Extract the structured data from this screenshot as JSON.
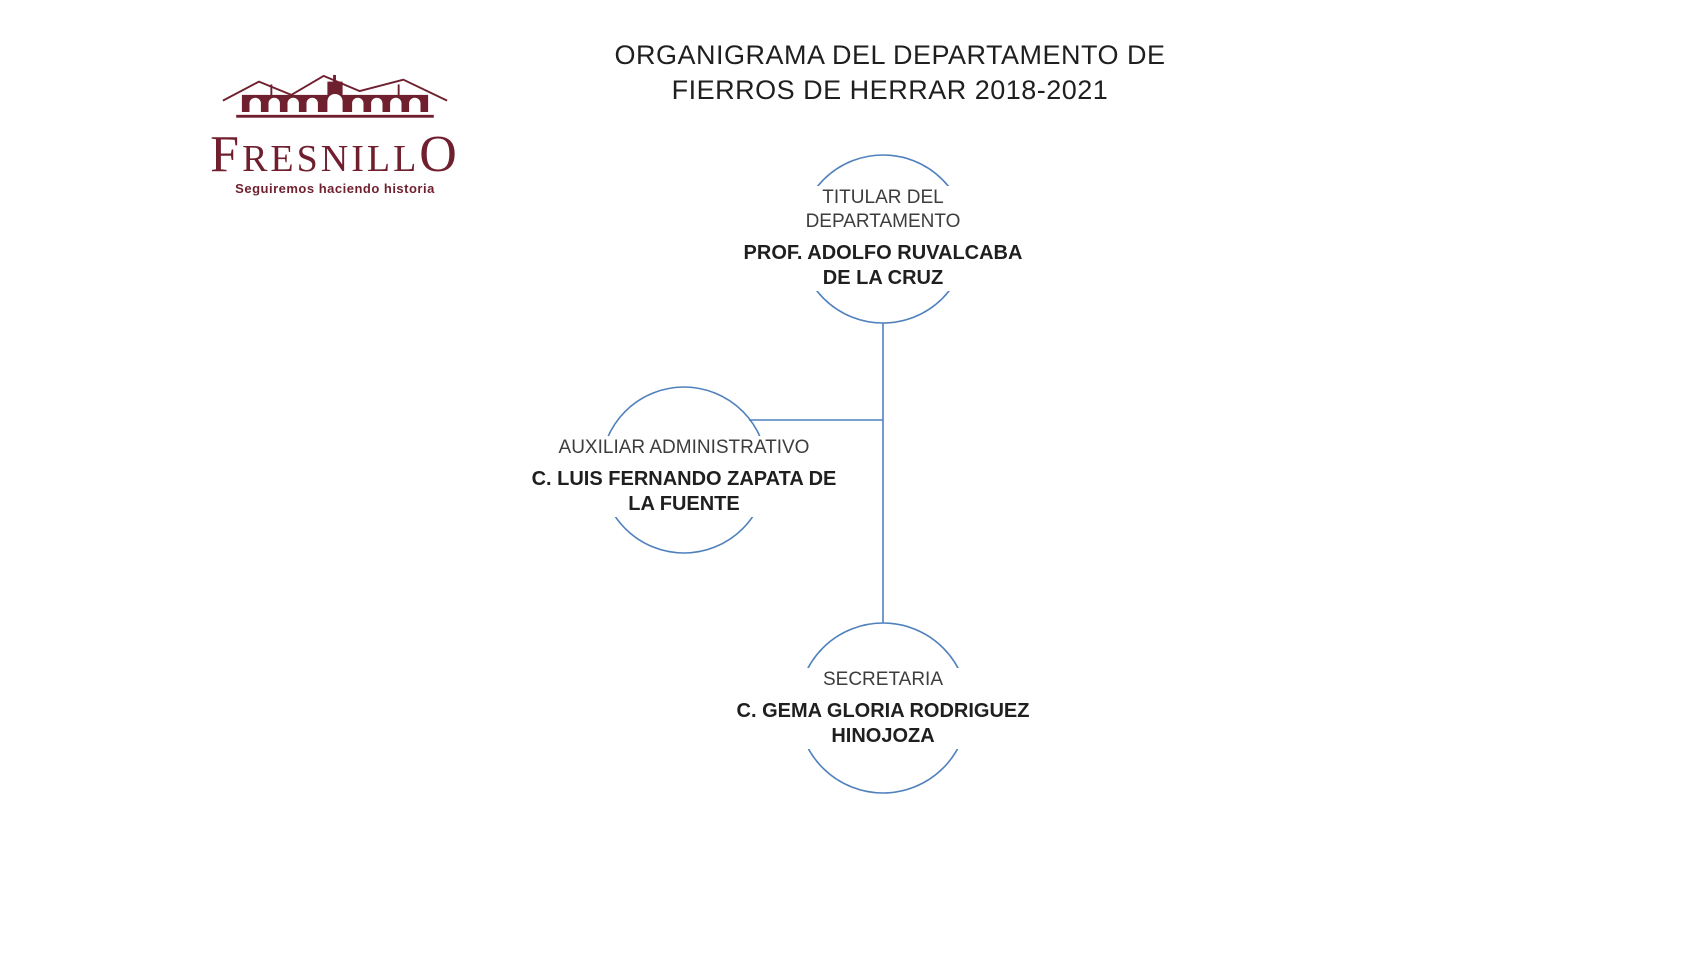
{
  "title": {
    "line1": "ORGANIGRAMA DEL DEPARTAMENTO DE",
    "line2": "FIERROS DE HERRAR 2018-2021"
  },
  "logo": {
    "brand_first": "F",
    "brand_mid": "RESNILL",
    "brand_last": "O",
    "tagline": "Seguiremos haciendo historia"
  },
  "org": {
    "nodes": [
      {
        "id": "titular",
        "role_line1": "TITULAR DEL",
        "role_line2": "DEPARTAMENTO",
        "name_line1": "PROF. ADOLFO RUVALCABA",
        "name_line2": "DE LA CRUZ"
      },
      {
        "id": "auxiliar",
        "role_line1": "AUXILIAR ADMINISTRATIVO",
        "name_line1": "C. LUIS FERNANDO ZAPATA DE",
        "name_line2": "LA FUENTE"
      },
      {
        "id": "secretaria",
        "role_line1": "SECRETARIA",
        "name_line1": "C. GEMA GLORIA RODRIGUEZ",
        "name_line2": "HINOJOZA"
      }
    ]
  },
  "colors": {
    "accent": "#4f81bd",
    "maroon": "#6f1f2e",
    "text": "#3d3d3d"
  }
}
